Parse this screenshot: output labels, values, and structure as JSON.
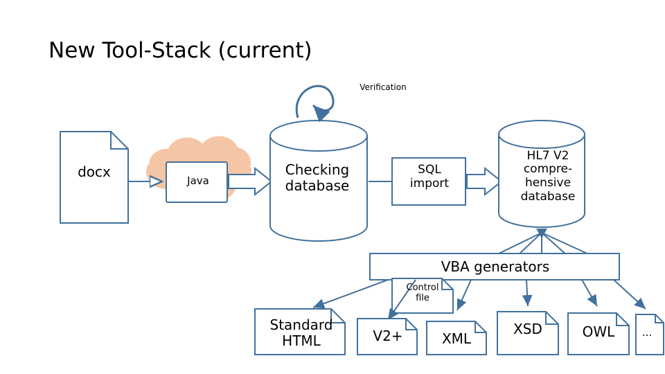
{
  "title": "New Tool-Stack (current)",
  "colors": {
    "outline": "#41719C",
    "cloud_fill": "#F5C6A5",
    "text": "#000000",
    "background": "#FFFFFF"
  },
  "nodes": {
    "docx": "docx",
    "java": "Java",
    "checking_database": "Checking\ndatabase",
    "sql_import": "SQL\nimport",
    "hl7_database": "HL7 V2\ncompre-\nhensive\ndatabase",
    "verification": "Verification",
    "vba_generators": "VBA generators",
    "control_file": "Control\nfile",
    "standard_html": "Standard\nHTML",
    "v2plus": "V2+",
    "xml": "XML",
    "xsd": "XSD",
    "owl": "OWL",
    "ellipsis": "…"
  }
}
